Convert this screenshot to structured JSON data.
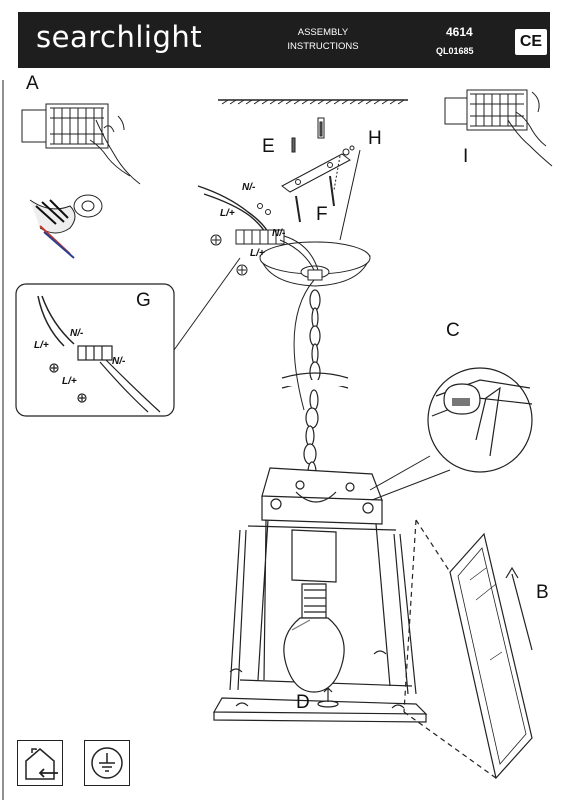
{
  "header": {
    "brand": "searchlight",
    "title_line1": "ASSEMBLY",
    "title_line2": "INSTRUCTIONS",
    "model": "4614",
    "code": "QL01685",
    "ce_mark": "CE"
  },
  "labels": {
    "A": "A",
    "B": "B",
    "C": "C",
    "D": "D",
    "E": "E",
    "F": "F",
    "G": "G",
    "H": "H",
    "I": "I"
  },
  "wires": {
    "live": "L/+",
    "neutral": "N/-"
  },
  "icons": {
    "indoor_use": "house-arrow-icon",
    "earth": "earth-ground-icon"
  }
}
